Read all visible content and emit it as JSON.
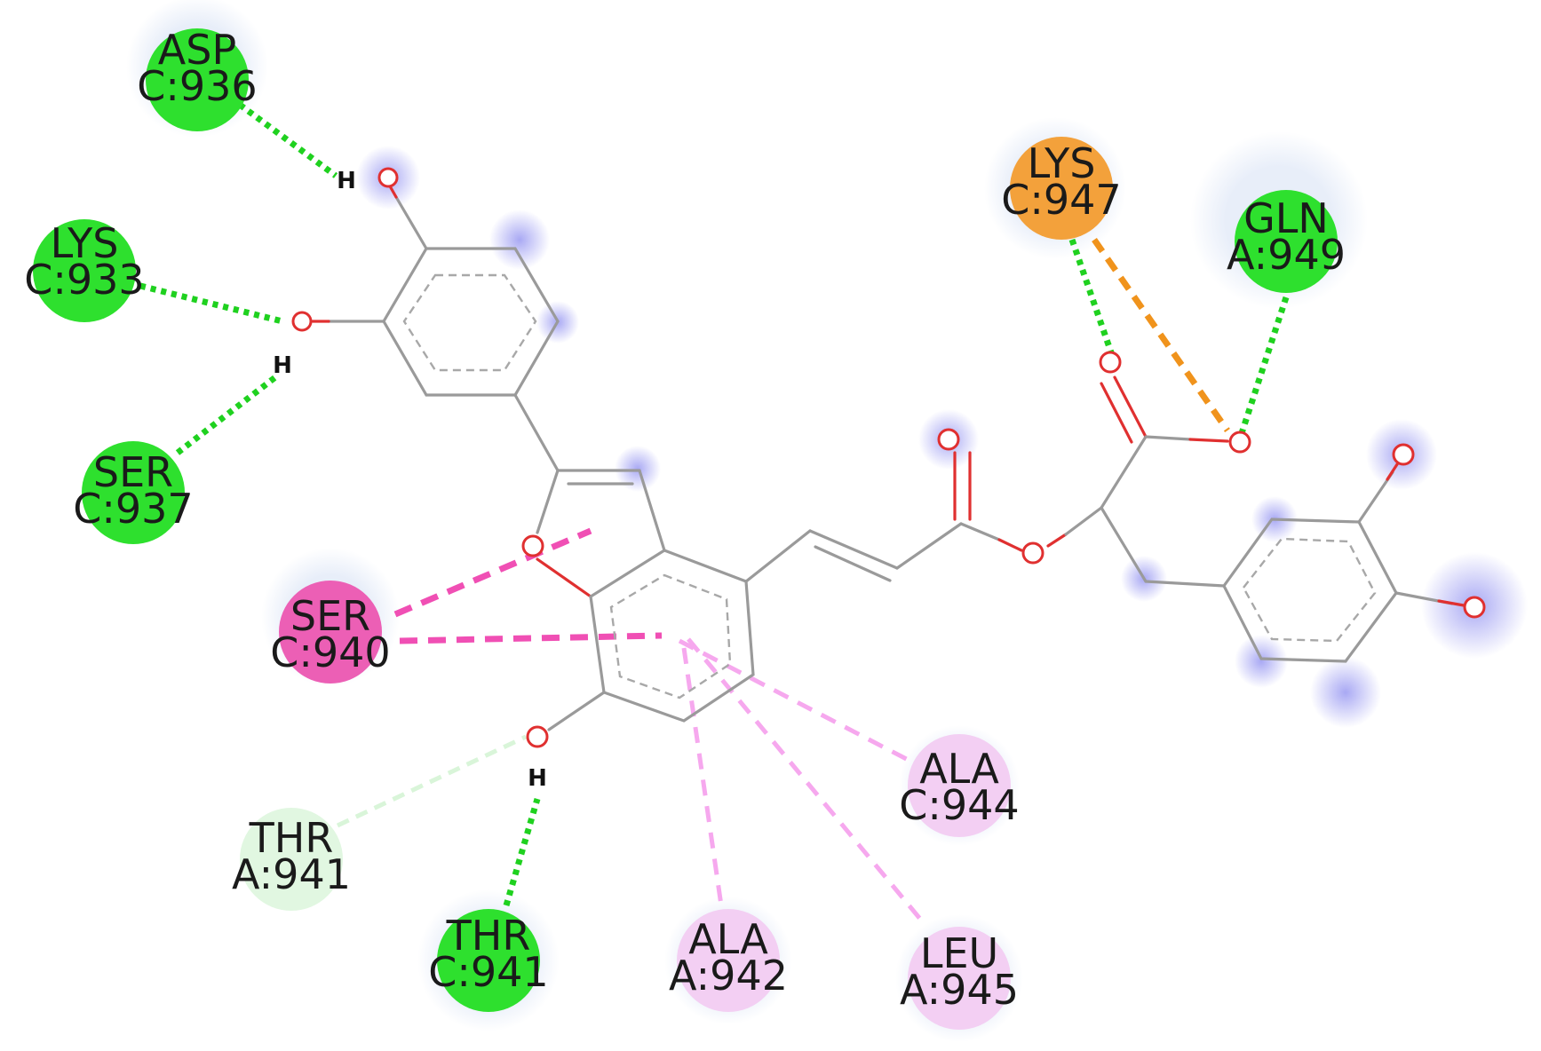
{
  "diagram": {
    "colors": {
      "hbond": "#1fd11f",
      "pi_donor_hbond": "#d9f5d9",
      "pi_pi": "#f04fb4",
      "pi_alkyl": "#f6a8ee",
      "pi_cation": "#f0931c",
      "conventional_hbond_residue": "#2ee02e",
      "carbon_hbond_residue": "#e1f7e1",
      "pi_stack_residue": "#ec5fb5",
      "pi_alkyl_residue": "#f3cff3",
      "cation_residue": "#f3a13b",
      "solvent_halo": "#e5ecf8",
      "ligand_bond": "#9a9a9a",
      "oxygen": "#e03030",
      "exposure_glow": "#9a9af0"
    },
    "residues": [
      {
        "id": "asp936",
        "name": "ASP",
        "chain_pos": "C:936",
        "type": "conventional_hbond"
      },
      {
        "id": "lys933",
        "name": "LYS",
        "chain_pos": "C:933",
        "type": "conventional_hbond"
      },
      {
        "id": "ser937",
        "name": "SER",
        "chain_pos": "C:937",
        "type": "conventional_hbond"
      },
      {
        "id": "ser940",
        "name": "SER",
        "chain_pos": "C:940",
        "type": "pi_stack"
      },
      {
        "id": "thr941a",
        "name": "THR",
        "chain_pos": "A:941",
        "type": "carbon_hbond"
      },
      {
        "id": "thr941c",
        "name": "THR",
        "chain_pos": "C:941",
        "type": "conventional_hbond"
      },
      {
        "id": "ala942",
        "name": "ALA",
        "chain_pos": "A:942",
        "type": "pi_alkyl"
      },
      {
        "id": "ala944",
        "name": "ALA",
        "chain_pos": "C:944",
        "type": "pi_alkyl"
      },
      {
        "id": "leu945",
        "name": "LEU",
        "chain_pos": "A:945",
        "type": "pi_alkyl"
      },
      {
        "id": "lys947",
        "name": "LYS",
        "chain_pos": "C:947",
        "type": "cation"
      },
      {
        "id": "gln949",
        "name": "GLN",
        "chain_pos": "A:949",
        "type": "conventional_hbond"
      }
    ],
    "hydrogen_labels": [
      "H",
      "H",
      "H"
    ]
  }
}
